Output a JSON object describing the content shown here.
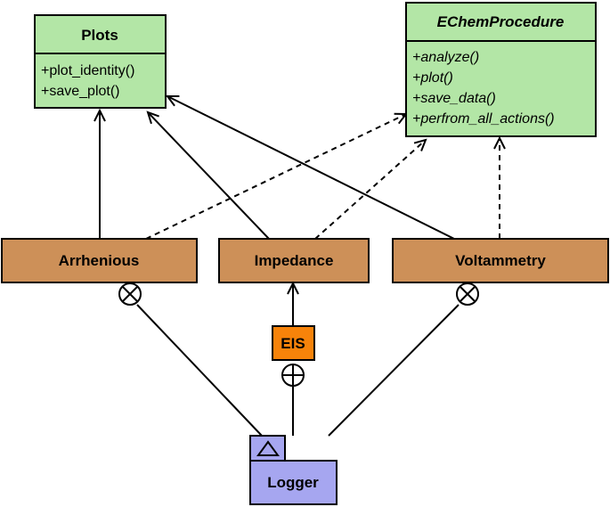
{
  "colors": {
    "class_fill": "#b3e6a6",
    "module_fill": "#cd9058",
    "eis_fill": "#f7830a",
    "logger_fill": "#a6a6f0",
    "stroke": "#000000"
  },
  "plots": {
    "title": "Plots",
    "methods": [
      "+plot_identity()",
      "+save_plot()"
    ]
  },
  "echem": {
    "title": "EChemProcedure",
    "methods": [
      "+analyze()",
      "+plot()",
      "+save_data()",
      "+perfrom_all_actions()"
    ]
  },
  "arrhenious": {
    "label": "Arrhenious"
  },
  "impedance": {
    "label": "Impedance"
  },
  "voltammetry": {
    "label": "Voltammetry"
  },
  "eis": {
    "label": "EIS"
  },
  "logger": {
    "label": "Logger",
    "icon": "triangle-icon"
  }
}
